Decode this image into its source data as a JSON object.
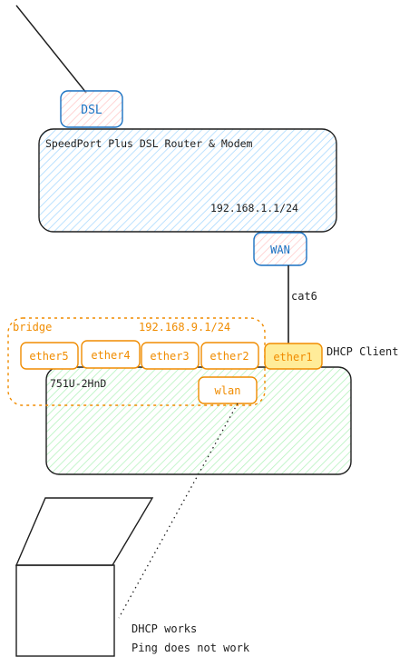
{
  "dsl_box": {
    "label": "DSL"
  },
  "router": {
    "title": "SpeedPort Plus DSL Router & Modem",
    "ip": "192.168.1.1/24"
  },
  "wan_port": {
    "label": "WAN"
  },
  "cable": {
    "label": "cat6"
  },
  "bridge": {
    "label": "bridge",
    "ip": "192.168.9.1/24"
  },
  "ports": [
    "ether5",
    "ether4",
    "ether3",
    "ether2"
  ],
  "ether1": {
    "label": "ether1",
    "note": "DHCP Client"
  },
  "mikrotik": {
    "label": "751U-2HnD"
  },
  "wlan": {
    "label": "wlan"
  },
  "laptop": {
    "line1": "DHCP works",
    "line2": "Ping does not work"
  },
  "colors": {
    "blue_stroke": "#1971c2",
    "pink_fill": "#fde0e6",
    "blue_fill": "#d0ebff",
    "orange": "#f08c00",
    "orange_fill": "#ffec99",
    "green_fill": "#d3f9d8"
  }
}
